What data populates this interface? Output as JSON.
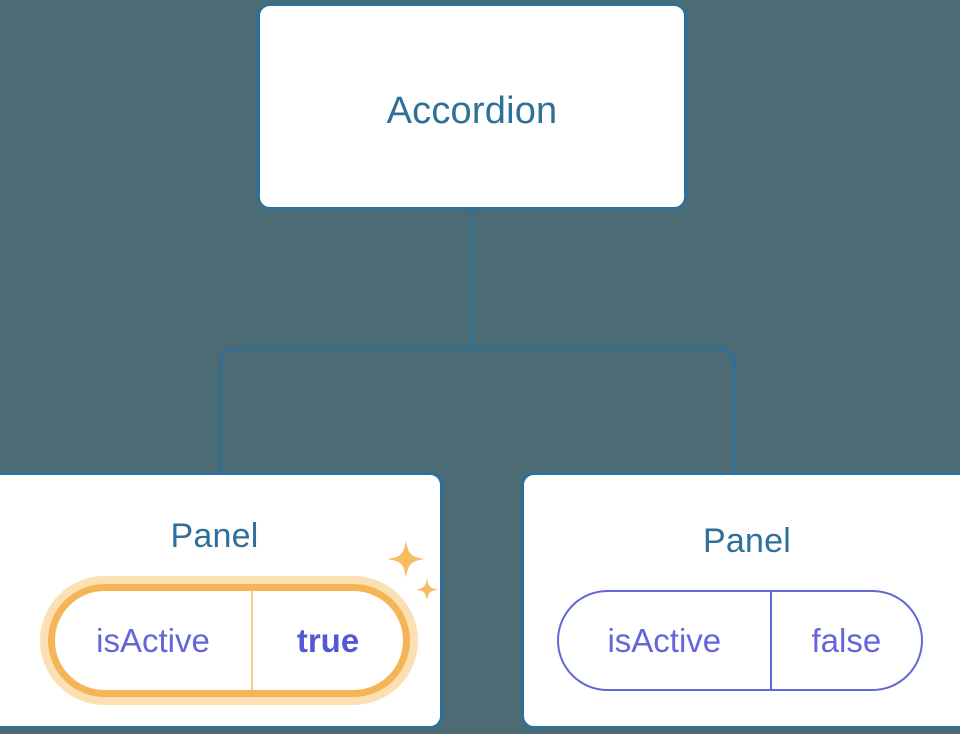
{
  "diagram": {
    "type": "component-tree",
    "background_color": "#4c6b75",
    "edge_color": "#2e7099",
    "nodes": [
      {
        "id": "accordion",
        "label": "Accordion",
        "role": "root",
        "border_color": "#2e7099",
        "background_color": "#ffffff",
        "props": []
      },
      {
        "id": "panel-left",
        "label": "Panel",
        "role": "child",
        "border_color": "#2e7099",
        "background_color": "#ffffff",
        "highlighted": true,
        "props": [
          {
            "key": "isActive",
            "value": "true",
            "highlighted": true,
            "value_bold": true
          }
        ]
      },
      {
        "id": "panel-right",
        "label": "Panel",
        "role": "child",
        "border_color": "#2e7099",
        "background_color": "#ffffff",
        "highlighted": false,
        "props": [
          {
            "key": "isActive",
            "value": "false",
            "highlighted": false,
            "value_bold": false
          }
        ]
      }
    ],
    "edges": [
      {
        "from": "accordion",
        "to": "panel-left"
      },
      {
        "from": "accordion",
        "to": "panel-right"
      }
    ],
    "decorations": [
      {
        "name": "sparkle-large",
        "color": "#f8bd63"
      },
      {
        "name": "sparkle-small",
        "color": "#f8bd63"
      }
    ],
    "colors": {
      "accent_blue": "#2e7099",
      "prop_purple": "#6366d8",
      "highlight_orange": "#f5b557",
      "highlight_glow": "#fbe0b4",
      "sparkle": "#f8bd63"
    }
  }
}
